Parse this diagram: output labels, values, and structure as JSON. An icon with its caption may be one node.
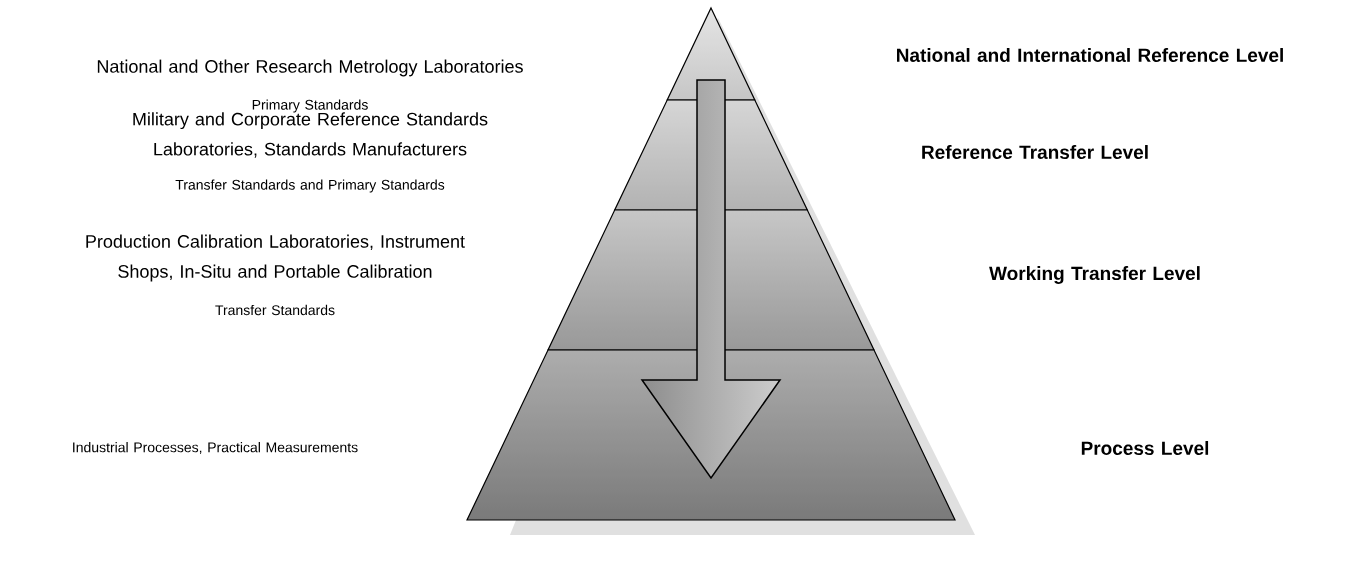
{
  "diagram": {
    "labels": [
      "National and Other Research Metrology Laboratories",
      "National and International Reference Level",
      "Primary Standards",
      "Military and Corporate Reference Standards Laboratories, Standards Manufacturers",
      "Reference Transfer Level",
      "Transfer Standards and Primary Standards",
      "Production Calibration Laboratories, Instrument Shops, In-Situ and Portable Calibration",
      "Working Transfer Level",
      "Transfer Standards",
      "Industrial Processes, Practical Measurements",
      "Process Level"
    ]
  }
}
